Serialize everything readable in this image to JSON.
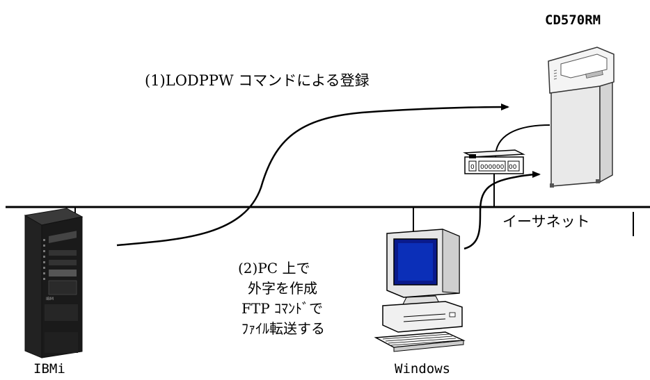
{
  "labels": {
    "printer_model": "CD570RM",
    "step1": "(1)LODPPW コマンドによる登録",
    "ethernet": "イーサネット",
    "step2_lines": [
      "(2)PC 上で",
      "外字を作成",
      "FTP ｺﾏﾝﾄﾞで",
      "ﾌｧｲﾙ転送する"
    ],
    "server_name": "IBMi",
    "pc_name": "Windows"
  },
  "icons": {
    "server": "tower-server-icon",
    "pc": "desktop-pc-icon",
    "printer": "line-printer-icon",
    "hub": "network-box-icon"
  },
  "colors": {
    "line": "#000000",
    "server_body": "#1a1a1a",
    "pc_screen": "#0a1a8c",
    "printer_body": "#f2f2f2"
  }
}
